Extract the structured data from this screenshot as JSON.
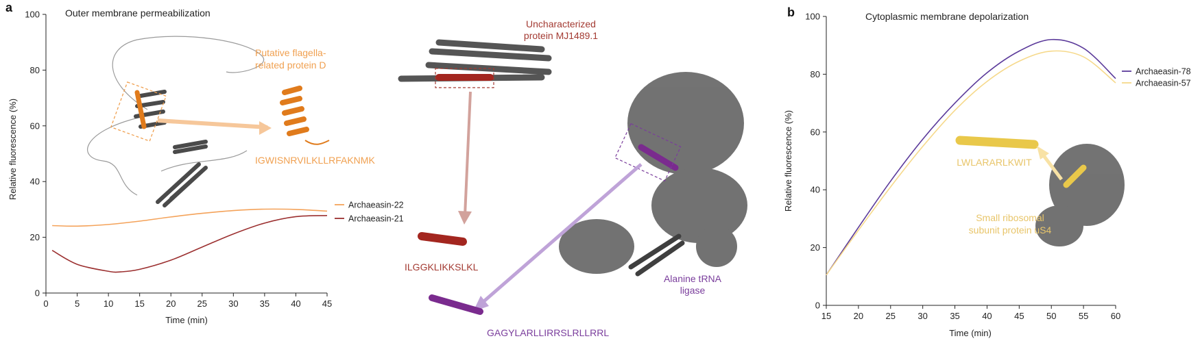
{
  "panel_a": {
    "letter": "a",
    "title": "Outer membrane permeabilization",
    "ylabel": "Relative fluorescence (%)",
    "xlabel": "Time (min)"
  },
  "panel_b": {
    "letter": "b",
    "title": "Cytoplasmic membrane depolarization",
    "ylabel": "Relative fluorescence (%)",
    "xlabel": "Time (min)"
  },
  "annotations": {
    "flagella_protein_line1": "Putative flagella-",
    "flagella_protein_line2": "related protein D",
    "flagella_peptide": "IGWISNRVILKLLRFAKNMK",
    "uncharacterized_line1": "Uncharacterized",
    "uncharacterized_line2": "protein MJ1489.1",
    "uncharacterized_peptide": "ILGGKLIKKSLKL",
    "alanine_line1": "Alanine tRNA",
    "alanine_line2": "ligase",
    "alanine_peptide": "GAGYLARLLIRRSLRLLRRL",
    "ribosomal_peptide": "LWLARARLKWIT",
    "ribosomal_line1": "Small ribosomal",
    "ribosomal_line2": "subunit protein uS4"
  },
  "colors": {
    "archaeasin_22": "#f4a259",
    "archaeasin_21": "#9b2f2f",
    "archaeasin_78": "#5b3a9a",
    "archaeasin_57": "#f6d98b",
    "orange_label": "#f0a050",
    "red_label": "#a33a32",
    "purple_label": "#7a3d9c",
    "yellow_label": "#e8c56a",
    "protein_gray": "#555555"
  },
  "chart_data": [
    {
      "type": "line",
      "title": "Outer membrane permeabilization",
      "xlabel": "Time (min)",
      "ylabel": "Relative fluorescence (%)",
      "xlim": [
        0,
        45
      ],
      "ylim": [
        0,
        100
      ],
      "xticks": [
        0,
        5,
        10,
        15,
        20,
        25,
        30,
        35,
        40,
        45
      ],
      "yticks": [
        0,
        20,
        40,
        60,
        80,
        100
      ],
      "grid": false,
      "legend_position": "right",
      "series": [
        {
          "name": "Archaeasin-22",
          "color": "#f4a259",
          "x": [
            1,
            5,
            10,
            15,
            20,
            25,
            30,
            35,
            40,
            45
          ],
          "y": [
            24.2,
            24.0,
            24.6,
            25.8,
            27.3,
            28.6,
            29.6,
            30.1,
            30.0,
            29.4
          ]
        },
        {
          "name": "Archaeasin-21",
          "color": "#9b2f2f",
          "x": [
            1,
            5,
            10,
            12,
            15,
            20,
            25,
            30,
            35,
            40,
            45
          ],
          "y": [
            15.3,
            10.3,
            7.8,
            7.6,
            8.5,
            11.8,
            16.5,
            21.2,
            25.1,
            27.4,
            27.8
          ]
        }
      ]
    },
    {
      "type": "line",
      "title": "Cytoplasmic membrane depolarization",
      "xlabel": "Time (min)",
      "ylabel": "Relative fluorescence (%)",
      "xlim": [
        15,
        60
      ],
      "ylim": [
        0,
        100
      ],
      "xticks": [
        15,
        20,
        25,
        30,
        35,
        40,
        45,
        50,
        55,
        60
      ],
      "yticks": [
        0,
        20,
        40,
        60,
        80,
        100
      ],
      "grid": false,
      "legend_position": "right",
      "series": [
        {
          "name": "Archaeasin-78",
          "color": "#5b3a9a",
          "x": [
            15,
            20,
            25,
            30,
            35,
            40,
            45,
            50,
            55,
            60
          ],
          "y": [
            10.5,
            27.0,
            43.0,
            57.5,
            70.0,
            80.5,
            88.0,
            92.0,
            89.0,
            78.5
          ]
        },
        {
          "name": "Archaeasin-57",
          "color": "#f6d98b",
          "x": [
            15,
            20,
            25,
            30,
            35,
            40,
            45,
            50,
            55,
            60
          ],
          "y": [
            10.5,
            26.0,
            41.0,
            55.0,
            67.5,
            77.5,
            84.5,
            88.0,
            86.0,
            77.0
          ]
        }
      ]
    }
  ]
}
